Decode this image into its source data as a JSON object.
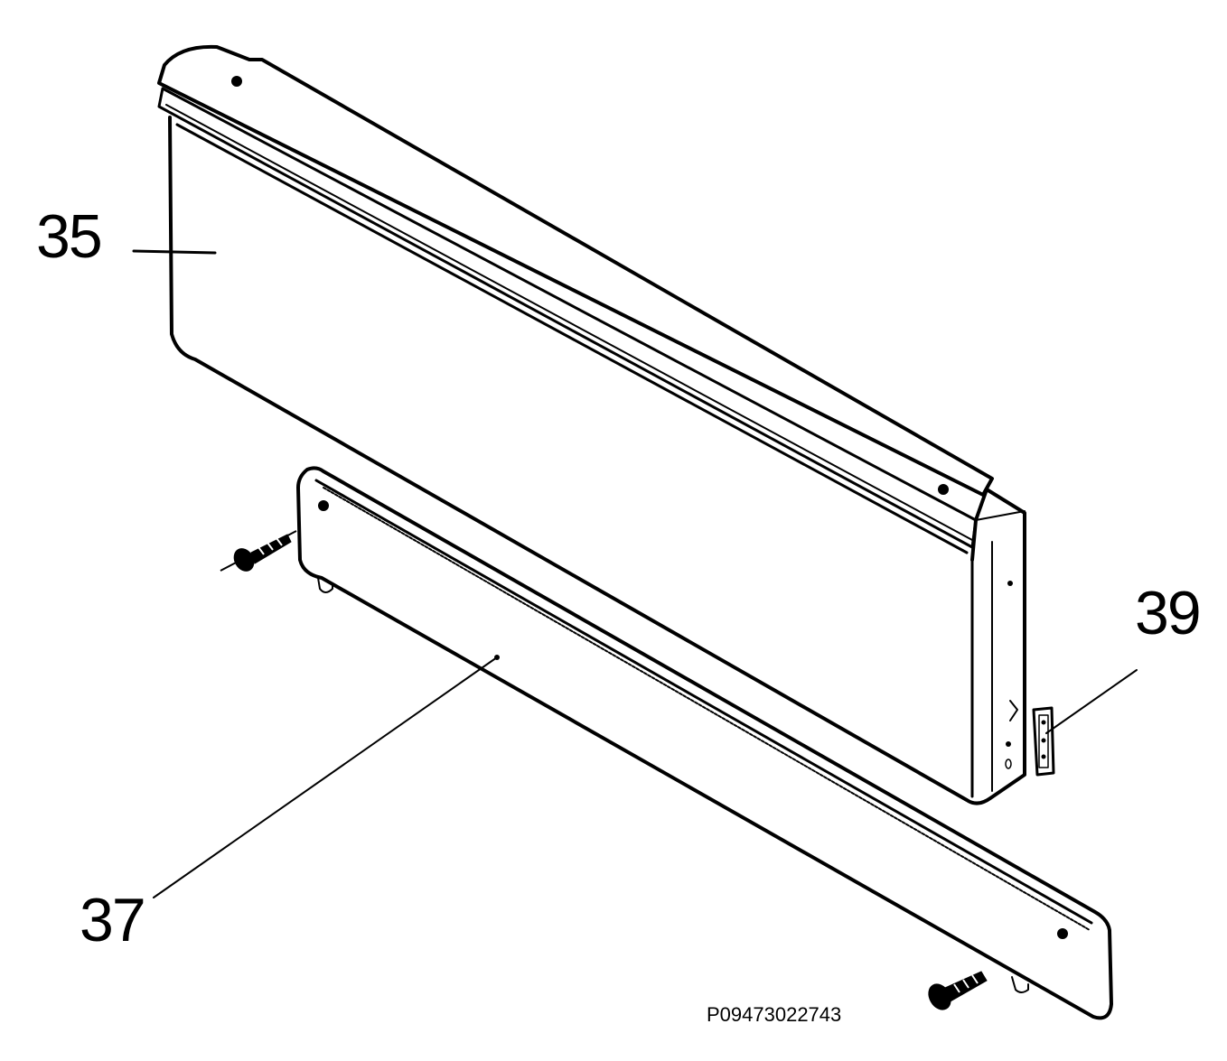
{
  "parts": [
    {
      "id": "35",
      "label": "35"
    },
    {
      "id": "37",
      "label": "37"
    },
    {
      "id": "39",
      "label": "39"
    }
  ],
  "reference_code": "P09473022743"
}
